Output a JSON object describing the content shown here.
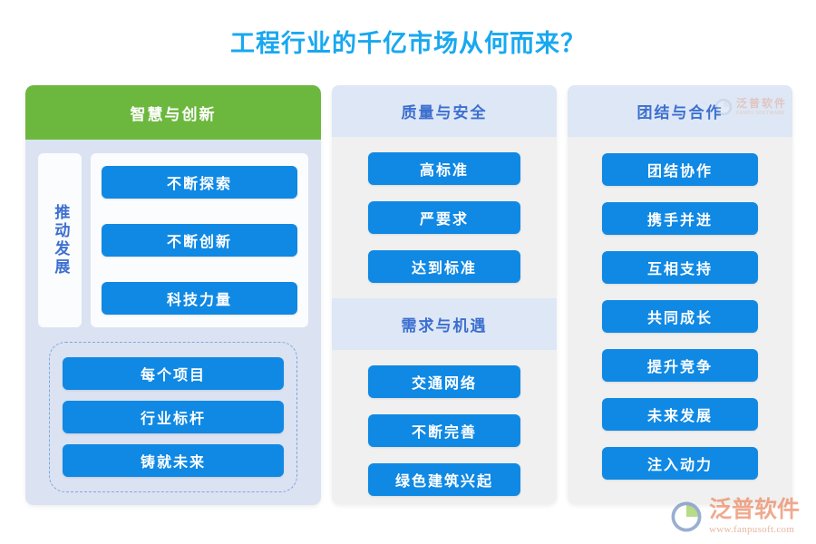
{
  "page": {
    "title": "工程行业的千亿市场从何而来？",
    "title_color": "#18a8f0",
    "background": "#ffffff"
  },
  "colors": {
    "green_header": "#6cb83f",
    "blue_pill": "#1089e4",
    "blue_header_text": "#3d6fd0",
    "light_blue_header_bg": "#dde7f5",
    "left_panel_bg": "#dbe2f2",
    "card_bg": "#f0f0f0",
    "watermark_orange": "#e8764a"
  },
  "columns": {
    "left": {
      "header": "智慧与创新",
      "vertical_label": "推动发展",
      "upper_items": [
        {
          "label": "不断探索"
        },
        {
          "label": "不断创新"
        },
        {
          "label": "科技力量"
        }
      ],
      "lower_items": [
        {
          "label": "每个项目"
        },
        {
          "label": "行业标杆"
        },
        {
          "label": "铸就未来"
        }
      ]
    },
    "middle": {
      "sections": [
        {
          "header": "质量与安全",
          "items": [
            {
              "label": "高标准"
            },
            {
              "label": "严要求"
            },
            {
              "label": "达到标准"
            }
          ]
        },
        {
          "header": "需求与机遇",
          "items": [
            {
              "label": "交通网络"
            },
            {
              "label": "不断完善"
            },
            {
              "label": "绿色建筑兴起"
            }
          ]
        }
      ]
    },
    "right": {
      "sections": [
        {
          "header": "团结与合作",
          "items": [
            {
              "label": "团结协作"
            },
            {
              "label": "携手并进"
            },
            {
              "label": "互相支持"
            },
            {
              "label": "共同成长"
            },
            {
              "label": "提升竞争"
            },
            {
              "label": "未来发展"
            },
            {
              "label": "注入动力"
            }
          ]
        }
      ]
    }
  },
  "watermarks": {
    "top": {
      "brand": "泛普软件",
      "sub": "FANPU SOFTWARE"
    },
    "bottom": {
      "brand": "泛普软件",
      "sub": "www.fanpusoft.com"
    }
  }
}
